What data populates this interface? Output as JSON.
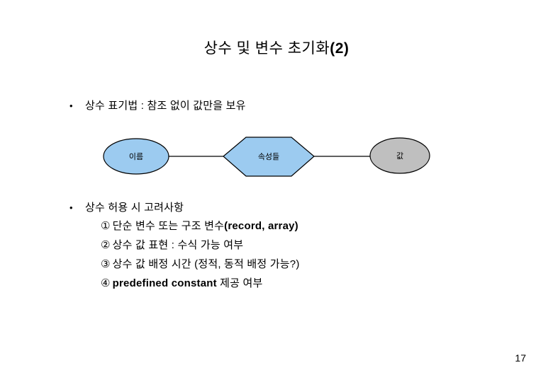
{
  "slide": {
    "title_main": "상수 및 변수 초기화",
    "title_suffix": "(2)",
    "page_number": "17",
    "background_color": "#ffffff",
    "text_color": "#000000"
  },
  "bullets": [
    {
      "marker": "•",
      "text": "상수 표기법 : 참조 없이 값만을 보유"
    },
    {
      "marker": "•",
      "text": "상수 허용 시 고려사항"
    }
  ],
  "numbered_items": [
    {
      "marker": "①",
      "text_plain": "단순 변수 또는 구조 변수",
      "text_bold": "(record, array)",
      "text_tail": ""
    },
    {
      "marker": "②",
      "text_plain": "상수 값 표현 : 수식 가능 여부",
      "text_bold": "",
      "text_tail": ""
    },
    {
      "marker": "③",
      "text_plain": "상수 값 배정 시간 (정적, 동적 배정 가능?)",
      "text_bold": "",
      "text_tail": ""
    },
    {
      "marker": "④",
      "text_plain": "",
      "text_bold": "predefined constant",
      "text_tail": " 제공 여부"
    }
  ],
  "diagram": {
    "nodes": [
      {
        "id": "name-node",
        "label": "이름",
        "shape": "ellipse",
        "fill": "#9CCBF0",
        "stroke": "#000000"
      },
      {
        "id": "attributes-node",
        "label": "속성들",
        "shape": "hexagon",
        "fill": "#9CCBF0",
        "stroke": "#000000"
      },
      {
        "id": "value-node",
        "label": "값",
        "shape": "ellipse",
        "fill": "#BFBFBF",
        "stroke": "#000000"
      }
    ],
    "connectors": [
      {
        "from": "name-node",
        "to": "attributes-node"
      },
      {
        "from": "attributes-node",
        "to": "value-node"
      }
    ]
  }
}
